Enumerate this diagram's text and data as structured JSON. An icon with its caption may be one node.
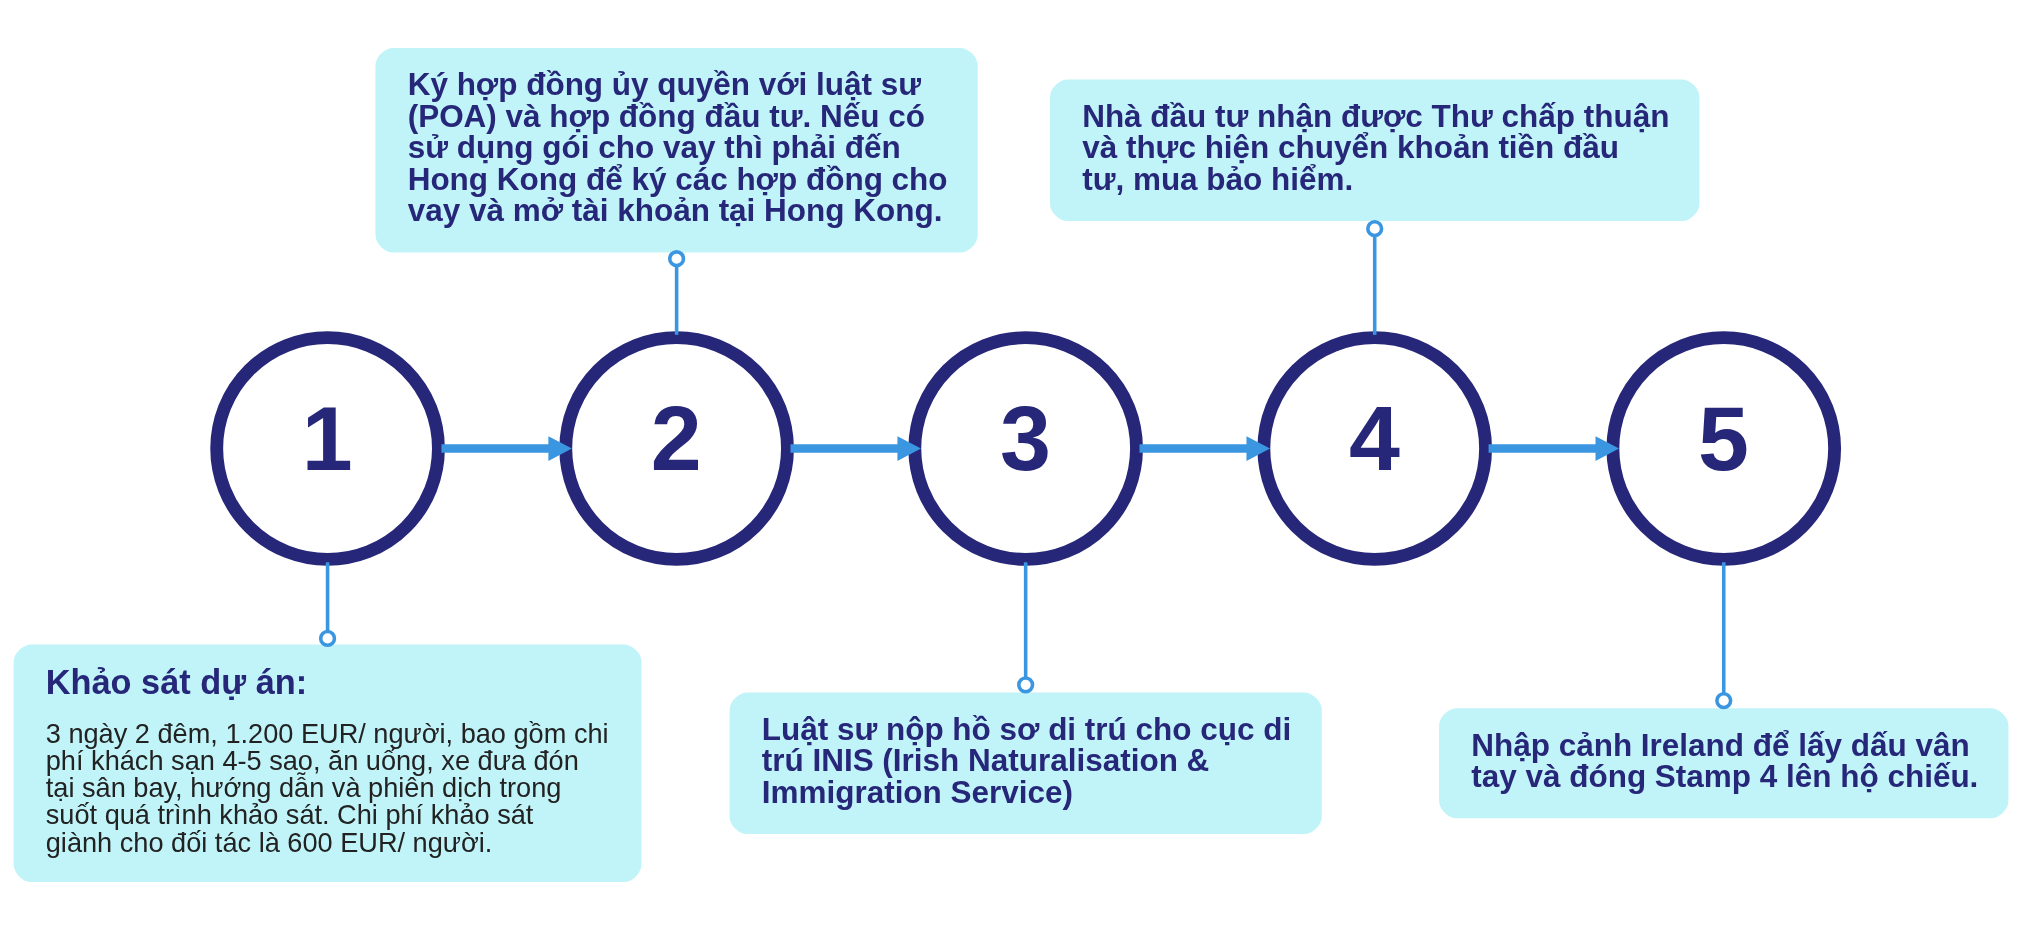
{
  "diagram": {
    "nodes": [
      {
        "text": [
          "Ký hợp đồng ủy quyền với luật sư (POA) và hợp đồng đầu tư. Nếu có sử dụng gói cho vay thì phải đến Hong Kong để ký các hợp đồng cho vay và mở tài khoản tại Hong Kong."
        ]
      },
      {
        "text": [
          "Nhà đầu tư nhận được Thư chấp thuận và thực hiện chuyển khoản tiền đầu tư, mua bảo hiểm."
        ]
      },
      {
        "text": [
          "1"
        ]
      },
      {
        "text": [
          "2"
        ]
      },
      {
        "text": [
          "3"
        ]
      },
      {
        "text": [
          "4"
        ]
      },
      {
        "text": [
          "5"
        ]
      },
      {
        "text": [
          "Khảo sát dự án:",
          "3 ngày 2 đêm, 1.200 EUR/ người, bao gồm chi phí khách sạn 4-5 sao, ăn uống, xe đưa đón tại sân bay, hướng dẫn và phiên dịch trong suốt quá trình khảo sát. Chi phí khảo sát giành cho đối tác là 600 EUR/ người."
        ]
      },
      {
        "text": [
          "Luật sư nộp hồ sơ di trú cho cục di trú INIS (Irish Naturalisation & Immigration Service)"
        ]
      },
      {
        "text": [
          "Nhập cảnh Ireland để lấy dấu vân tay và đóng Stamp 4 lên hộ chiếu."
        ]
      }
    ],
    "edges": [
      {
        "from": 2,
        "to": 3,
        "arrow": "to",
        "style": "thick"
      },
      {
        "from": 3,
        "to": 4,
        "arrow": "to",
        "style": "thick"
      },
      {
        "from": 4,
        "to": 5,
        "arrow": "to",
        "style": "thick"
      },
      {
        "from": 5,
        "to": 6,
        "arrow": "to",
        "style": "thick"
      },
      {
        "from": 2,
        "to": 7,
        "arrow": "other"
      },
      {
        "from": 3,
        "to": 0,
        "arrow": "other"
      },
      {
        "from": 4,
        "to": 8,
        "arrow": "other"
      },
      {
        "from": 5,
        "to": 1,
        "arrow": "other"
      },
      {
        "from": 6,
        "to": 9,
        "arrow": "other"
      }
    ]
  }
}
